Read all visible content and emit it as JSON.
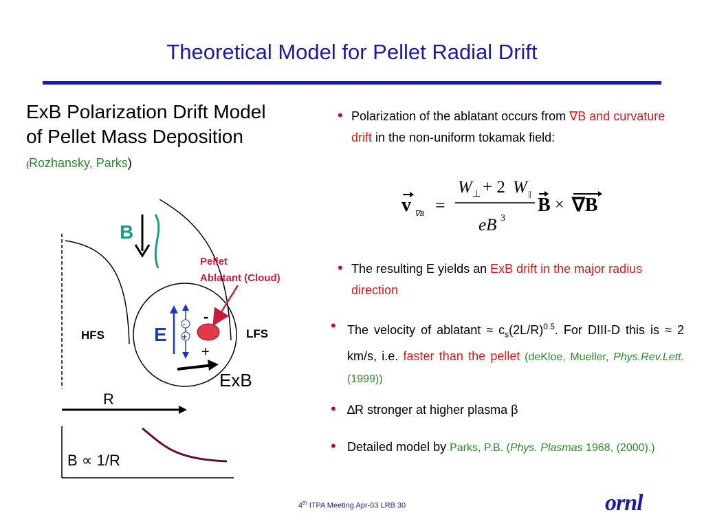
{
  "slide": {
    "title": "Theoretical Model for Pellet Radial Drift"
  },
  "left": {
    "heading_line1": "ExB Polarization Drift Model",
    "heading_line2": "of Pellet Mass Deposition",
    "cite_open": "(",
    "cite_authors": "Rozhansky,   Parks",
    "cite_close": ")"
  },
  "diagram": {
    "b_label": "B",
    "pellet_label_1": "Pellet",
    "pellet_label_2": "Ablatant (Cloud)",
    "e_label": "E",
    "minus_top": "-",
    "minus_small": "-",
    "plus_small": "+",
    "plus_bottom": "+",
    "hfs_label": "HFS",
    "lfs_label": "LFS",
    "exb_label": "ExB",
    "r_label": "R",
    "b_inverse_label": "B ∝ 1/R",
    "colors": {
      "teal": "#1a9a8a",
      "pellet": "#e03a4a",
      "curve": "#6a0a3a",
      "annot": "#c81e3c"
    }
  },
  "bullets": [
    {
      "t1": "Polarization of the ablatant occurs from ",
      "t2": "∇B and curvature drift",
      "t3": " in the non-uniform tokamak field:"
    },
    {
      "t1": "The resulting E yields an ",
      "t2": "ExB drift in the major radius direction"
    },
    {
      "t1": "The velocity of ablatant ≈ c",
      "t1_sub": "s",
      "t1_b": "(2L/R)",
      "t1_sup": "0.5",
      "t1_c": ". For DIII-D this is ≈ 2 km/s, i.e. ",
      "t2": "faster than the pellet",
      "t3": "  (deKloe, Mueller, ",
      "t3_italic": "Phys.Rev.Lett.",
      "t3_end": "  (1999))"
    },
    {
      "t1": "∆R stronger at higher plasma β"
    },
    {
      "t1": "Detailed model by ",
      "t2": "Parks, P.B.",
      "t3": "  (",
      "t3_italic": "Phys. Plasmas",
      "t3_end": " 1968, (2000).)"
    }
  ],
  "formula": {
    "v": "v",
    "sub": "∇B",
    "eq": "=",
    "num_w1": "W",
    "num_perp": "⊥",
    "num_plus": "+ 2",
    "num_w2": "W",
    "num_par": "||",
    "den": "eB",
    "den_exp": "3",
    "b1": "B",
    "times": "×",
    "grad_b": "∇B"
  },
  "footer": {
    "prefix": "4",
    "prefix_sup": "th",
    "rest": " ITPA Meeting  Apr-03   LRB     30",
    "logo": "ornl"
  }
}
